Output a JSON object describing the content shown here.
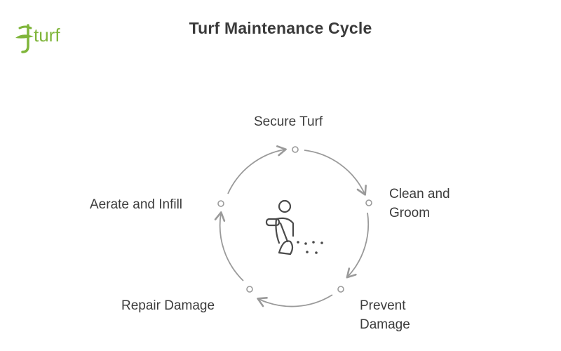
{
  "header": {
    "logo_text": "turf",
    "title": "Turf Maintenance Cycle"
  },
  "colors": {
    "brand_green": "#7fb53a",
    "title": "#3a3a3a",
    "cycle_stroke": "#9a9a9a",
    "icon_stroke": "#4a4a4a"
  },
  "center_icon": "person-sweeping-broom-icon",
  "steps": [
    {
      "line1": "Secure Turf",
      "line2": ""
    },
    {
      "line1": "Clean and",
      "line2": "Groom"
    },
    {
      "line1": "Prevent",
      "line2": "Damage"
    },
    {
      "line1": "Repair Damage",
      "line2": ""
    },
    {
      "line1": "Aerate and Infill",
      "line2": ""
    }
  ]
}
